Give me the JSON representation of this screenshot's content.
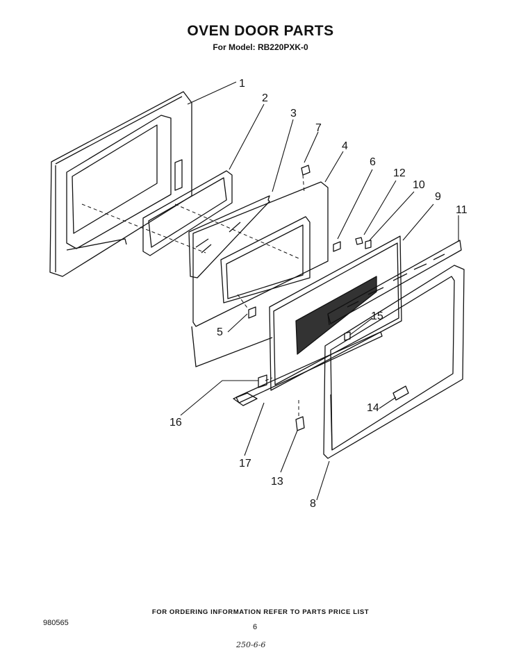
{
  "header": {
    "title": "OVEN DOOR PARTS",
    "subtitle": "For Model: RB220PXK-0"
  },
  "callouts": [
    "1",
    "2",
    "3",
    "4",
    "5",
    "6",
    "7",
    "8",
    "9",
    "10",
    "11",
    "12",
    "13",
    "14",
    "15",
    "16",
    "17"
  ],
  "footer": {
    "ordering_note": "FOR ORDERING INFORMATION REFER TO PARTS PRICE LIST",
    "doc_code": "980565",
    "page_number": "6",
    "handwritten_note": "250-6-6"
  }
}
